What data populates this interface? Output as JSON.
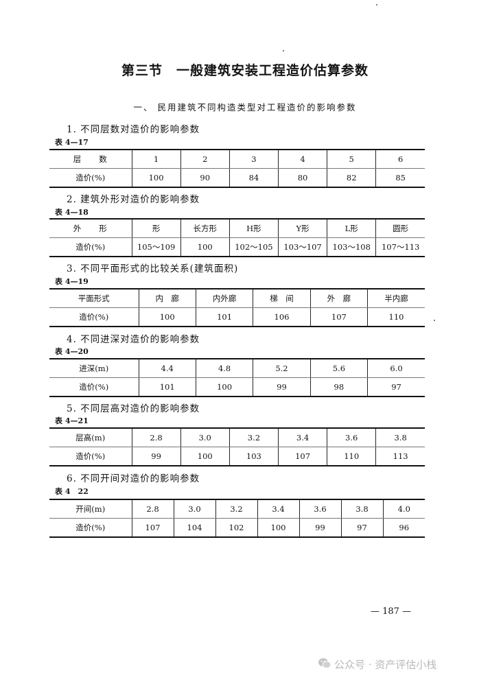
{
  "title": "第三节　一般建筑安装工程造价估算参数",
  "subtitle": "一、 民用建筑不同构造类型对工程造价的影响参数",
  "sections": [
    {
      "heading": "1. 不同层数对造价的影响参数",
      "table_no": "表 4—17",
      "rows": [
        [
          "层　　数",
          "1",
          "2",
          "3",
          "4",
          "5",
          "6"
        ],
        [
          "造价(%)",
          "100",
          "90",
          "84",
          "80",
          "82",
          "85"
        ]
      ]
    },
    {
      "heading": "2. 建筑外形对造价的影响参数",
      "table_no": "表 4—18",
      "rows": [
        [
          "外　　形",
          "形",
          "长方形",
          "H形",
          "Y形",
          "L形",
          "圆形"
        ],
        [
          "造价(%)",
          "105～109",
          "100",
          "102～105",
          "103～107",
          "103～108",
          "107～113"
        ]
      ]
    },
    {
      "heading": "3. 不同平面形式的比较关系(建筑面积)",
      "table_no": "表 4—19",
      "rows": [
        [
          "平面形式",
          "内　廊",
          "内外廊",
          "梯　间",
          "外　廊",
          "半内廊"
        ],
        [
          "造价(%)",
          "100",
          "101",
          "106",
          "107",
          "110"
        ]
      ]
    },
    {
      "heading": "4. 不同进深对造价的影响参数",
      "table_no": "表 4—20",
      "rows": [
        [
          "进深(m)",
          "4.4",
          "4.8",
          "5.2",
          "5.6",
          "6.0"
        ],
        [
          "造价(%)",
          "101",
          "100",
          "99",
          "98",
          "97"
        ]
      ]
    },
    {
      "heading": "5. 不同层高对造价的影响参数",
      "table_no": "表 4—21",
      "rows": [
        [
          "层高(m)",
          "2.8",
          "3.0",
          "3.2",
          "3.4",
          "3.6",
          "3.8"
        ],
        [
          "造价(%)",
          "99",
          "100",
          "103",
          "107",
          "110",
          "113"
        ]
      ]
    },
    {
      "heading": "6. 不同开间对造价的影响参数",
      "table_no": "表 4　22",
      "rows": [
        [
          "开间(m)",
          "2.8",
          "3.0",
          "3.2",
          "3.4",
          "3.6",
          "3.8",
          "4.0"
        ],
        [
          "造价(%)",
          "107",
          "104",
          "102",
          "100",
          "99",
          "97",
          "96"
        ]
      ]
    }
  ],
  "page_number": "— 187 —",
  "watermark": {
    "text": "公众号 · 资产评估小栈",
    "icon": "wechat-icon",
    "color": "#b9b9b9"
  }
}
